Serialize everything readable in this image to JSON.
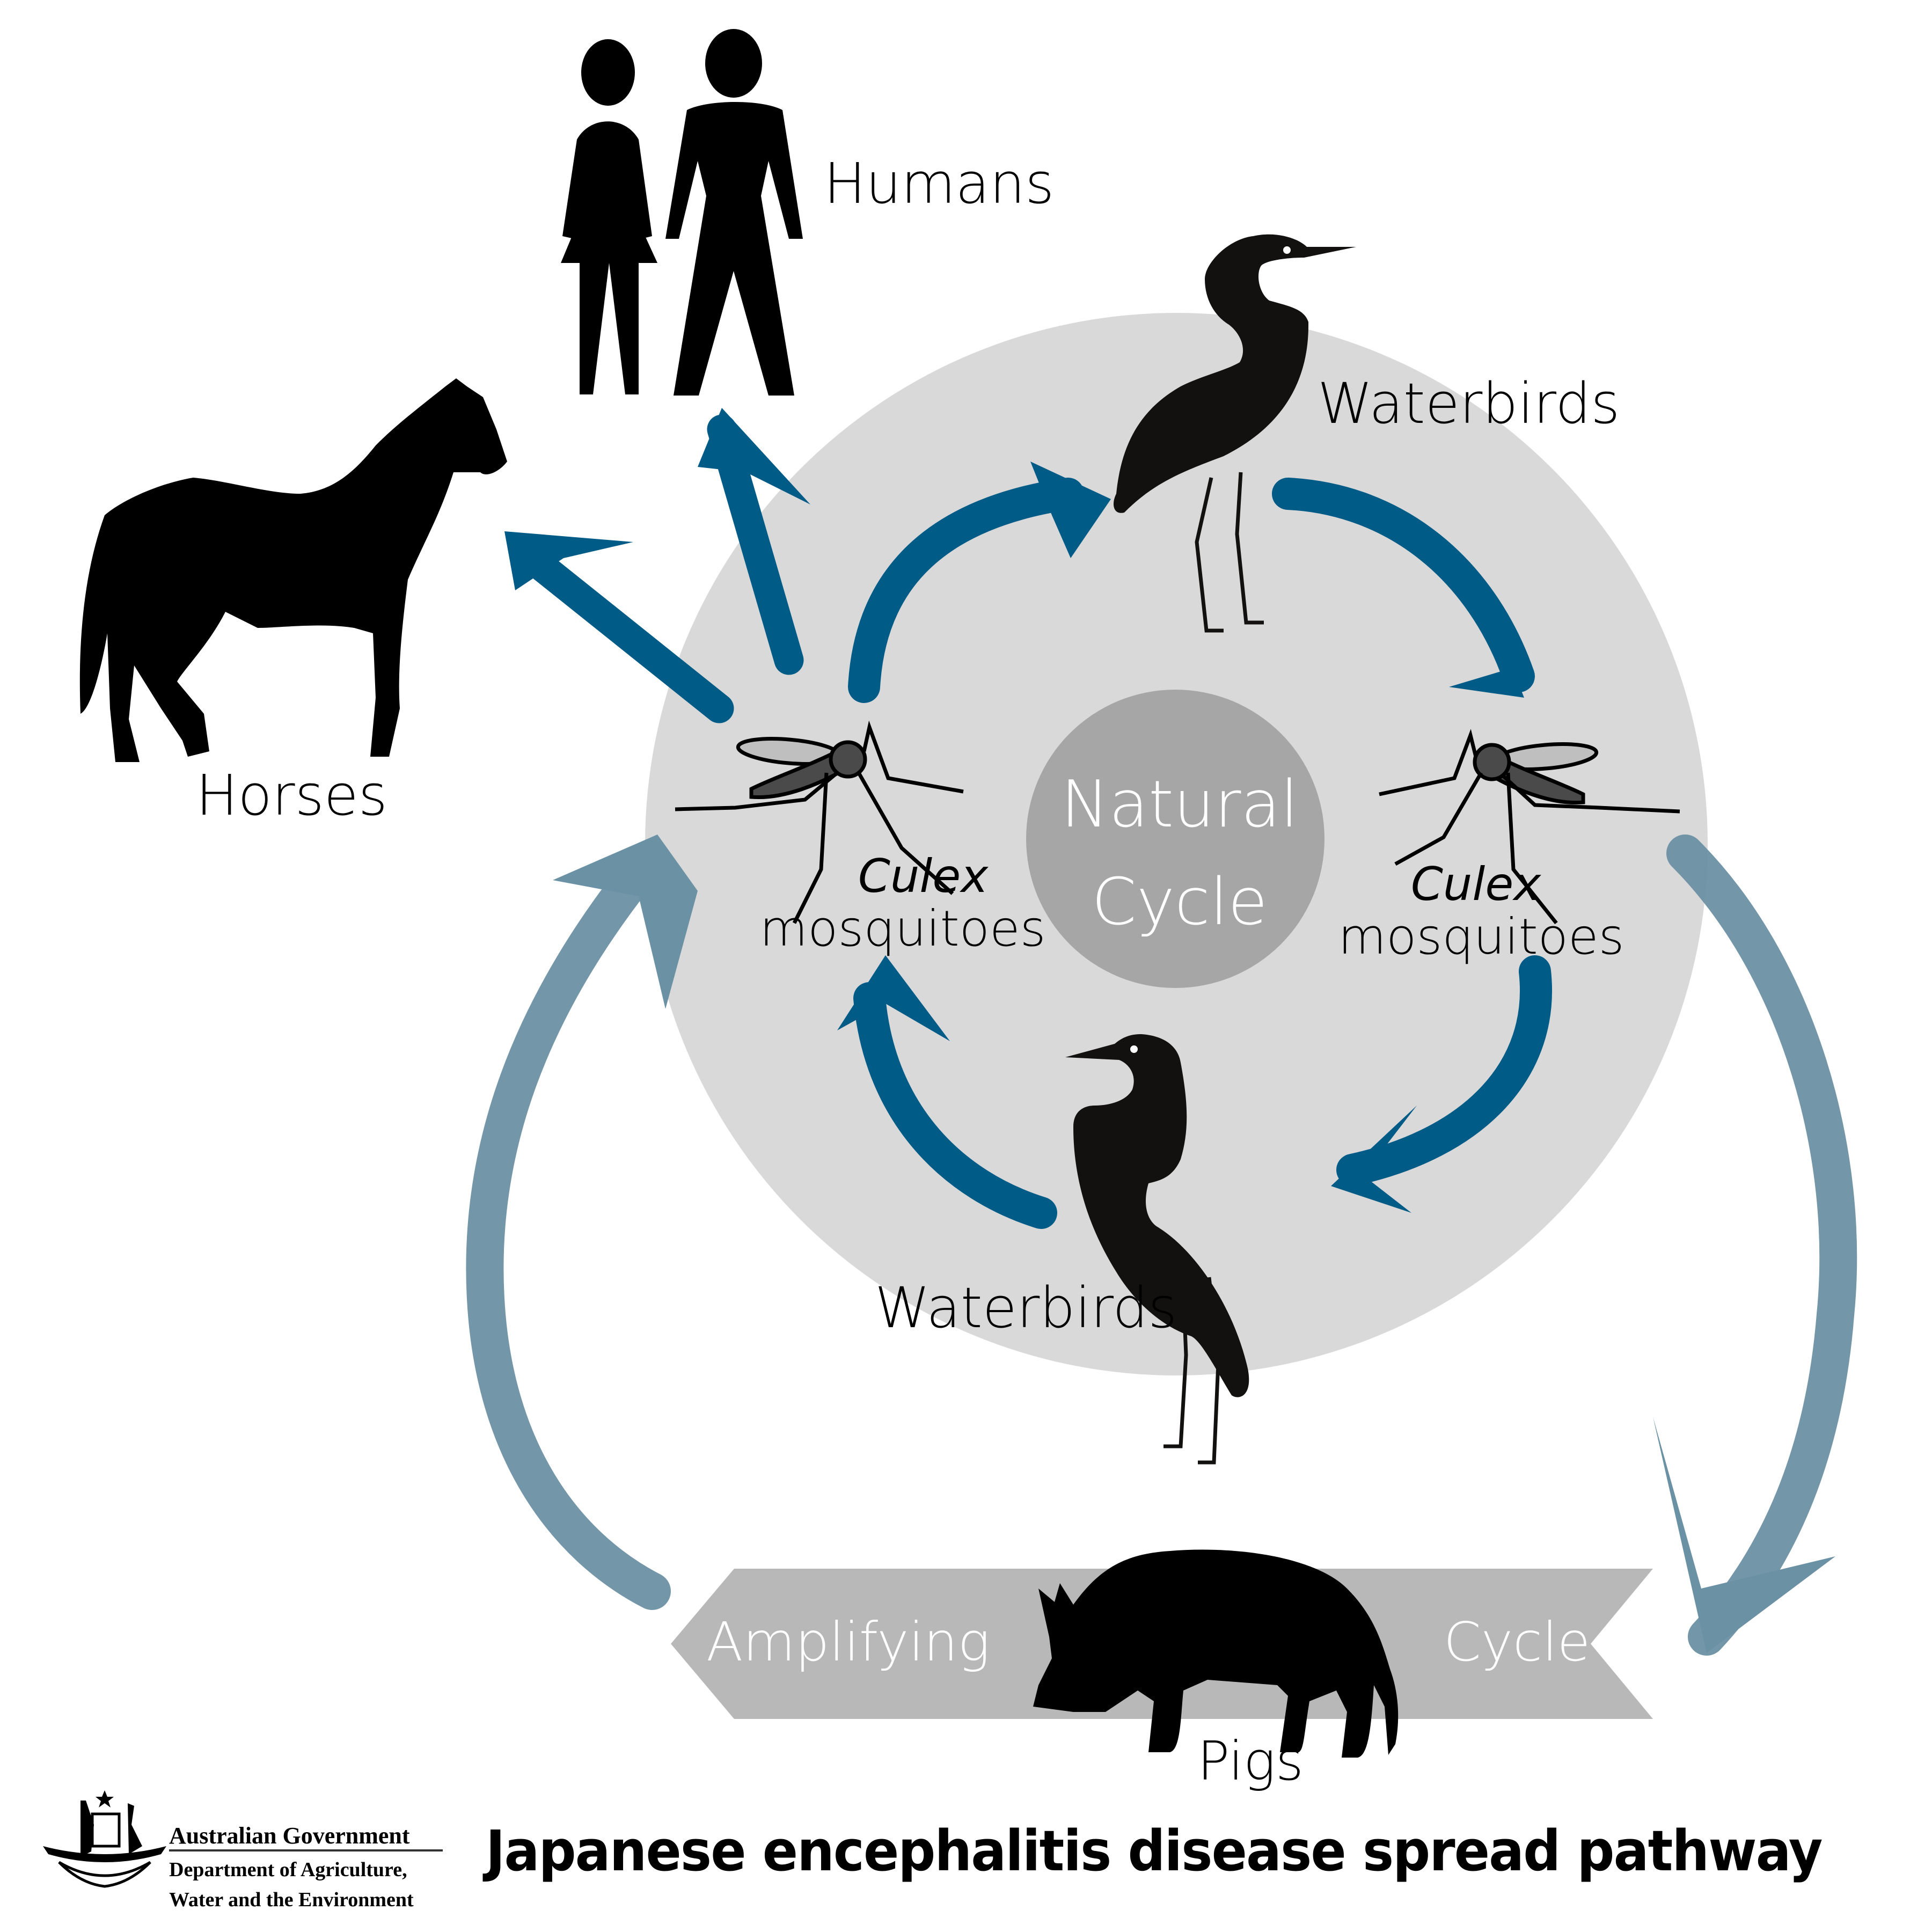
{
  "title": "Japanese encephalitis disease spread pathway",
  "logo": {
    "line1": "Australian Government",
    "line2": "Department of Agriculture,",
    "line3": "Water and the Environment",
    "emblem": "commonwealth-coat-of-arms-icon"
  },
  "natural_cycle": {
    "label_line1": "Natural",
    "label_line2": "Cycle"
  },
  "amplifying_cycle": {
    "label_left": "Amplifying",
    "label_right": "Cycle"
  },
  "nodes": {
    "humans": {
      "label": "Humans",
      "icon": "humans-icon"
    },
    "horses": {
      "label": "Horses",
      "icon": "horse-icon"
    },
    "waterbirds_top": {
      "label": "Waterbirds",
      "icon": "waterbird-icon"
    },
    "waterbirds_bottom": {
      "label": "Waterbirds",
      "icon": "waterbird-icon"
    },
    "mosquitoes_left": {
      "genus": "Culex",
      "label": "mosquitoes",
      "icon": "mosquito-icon"
    },
    "mosquitoes_right": {
      "genus": "Culex",
      "label": "mosquitoes",
      "icon": "mosquito-icon"
    },
    "pigs": {
      "label": "Pigs",
      "icon": "pig-icon"
    }
  },
  "colors": {
    "natural_arrow": "#005b87",
    "amplifying_arrow": "#6b91a4",
    "outer_circle": "#d9d9d9",
    "inner_circle": "#a6a6a6",
    "banner": "#b8b8b8",
    "silhouette": "#121110"
  }
}
